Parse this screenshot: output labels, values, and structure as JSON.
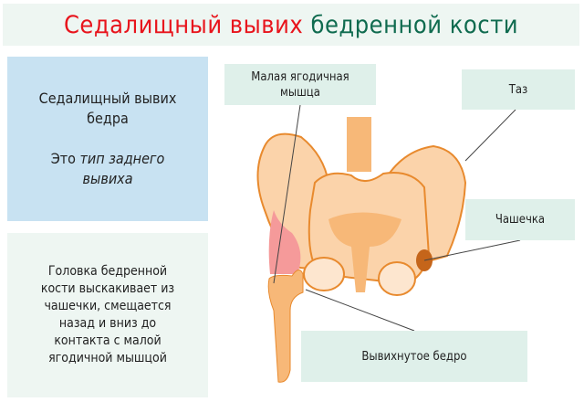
{
  "title": {
    "part1": "Седалищный вывих",
    "part2": "бедренной кости"
  },
  "info1": {
    "line1": "Седалищный вывих бедра",
    "line2_plain": "Это ",
    "line2_em": "тип заднего вывиха"
  },
  "info2": {
    "text": "Головка бедренной кости выскакивает из чашечки, смещается назад и вниз до контакта с малой ягодичной мышцой"
  },
  "labels": {
    "muscle": "Малая ягодичная мышца",
    "pelvis": "Таз",
    "cup": "Чашечка",
    "hip": "Вывихнутое бедро"
  },
  "colors": {
    "title_red": "#e8141c",
    "title_green": "#0f6b4f",
    "bone": "#fbd3aa",
    "bone_outline": "#e88a2e",
    "muscle": "#f59a9a"
  }
}
